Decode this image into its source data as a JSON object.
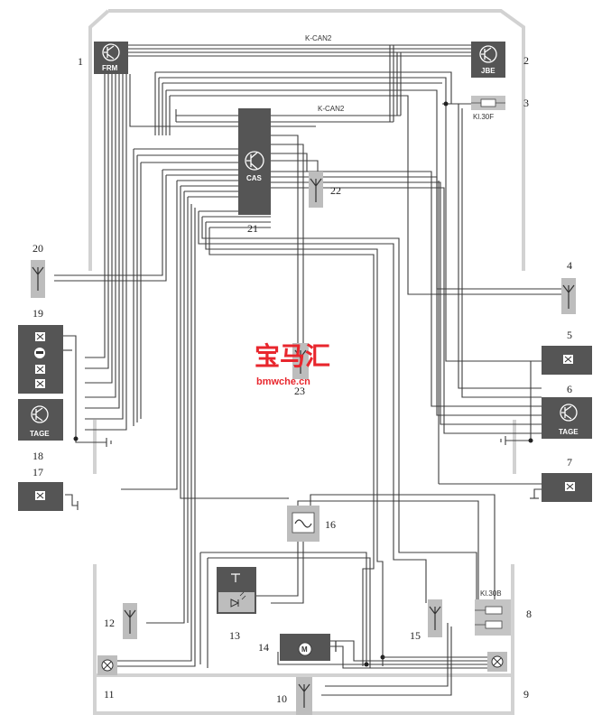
{
  "labels": {
    "kcan_top": "K-CAN2",
    "kcan_mid": "K-CAN2",
    "frm": "FRM",
    "jbe": "JBE",
    "cas": "CAS",
    "tage_left": "TAGE",
    "tage_right": "TAGE",
    "fuse_30f": "Kl.30F",
    "fuse_30b": "Kl.30B"
  },
  "numbers": {
    "n1": "1",
    "n2": "2",
    "n3": "3",
    "n4": "4",
    "n5": "5",
    "n6": "6",
    "n7": "7",
    "n8": "8",
    "n9": "9",
    "n10": "10",
    "n11": "11",
    "n12": "12",
    "n13": "13",
    "n14": "14",
    "n15": "15",
    "n16": "16",
    "n17": "17",
    "n18": "18",
    "n19": "19",
    "n20": "20",
    "n21": "21",
    "n22": "22",
    "n23": "23"
  },
  "watermark": {
    "brand": "宝马汇",
    "site": "bmwche.cn"
  },
  "colors": {
    "module": "#555555",
    "module_light": "#9a9a9a",
    "antenna": "#bdbdbd",
    "outline": "#d2d2d2",
    "watermark": "#e8262d"
  }
}
